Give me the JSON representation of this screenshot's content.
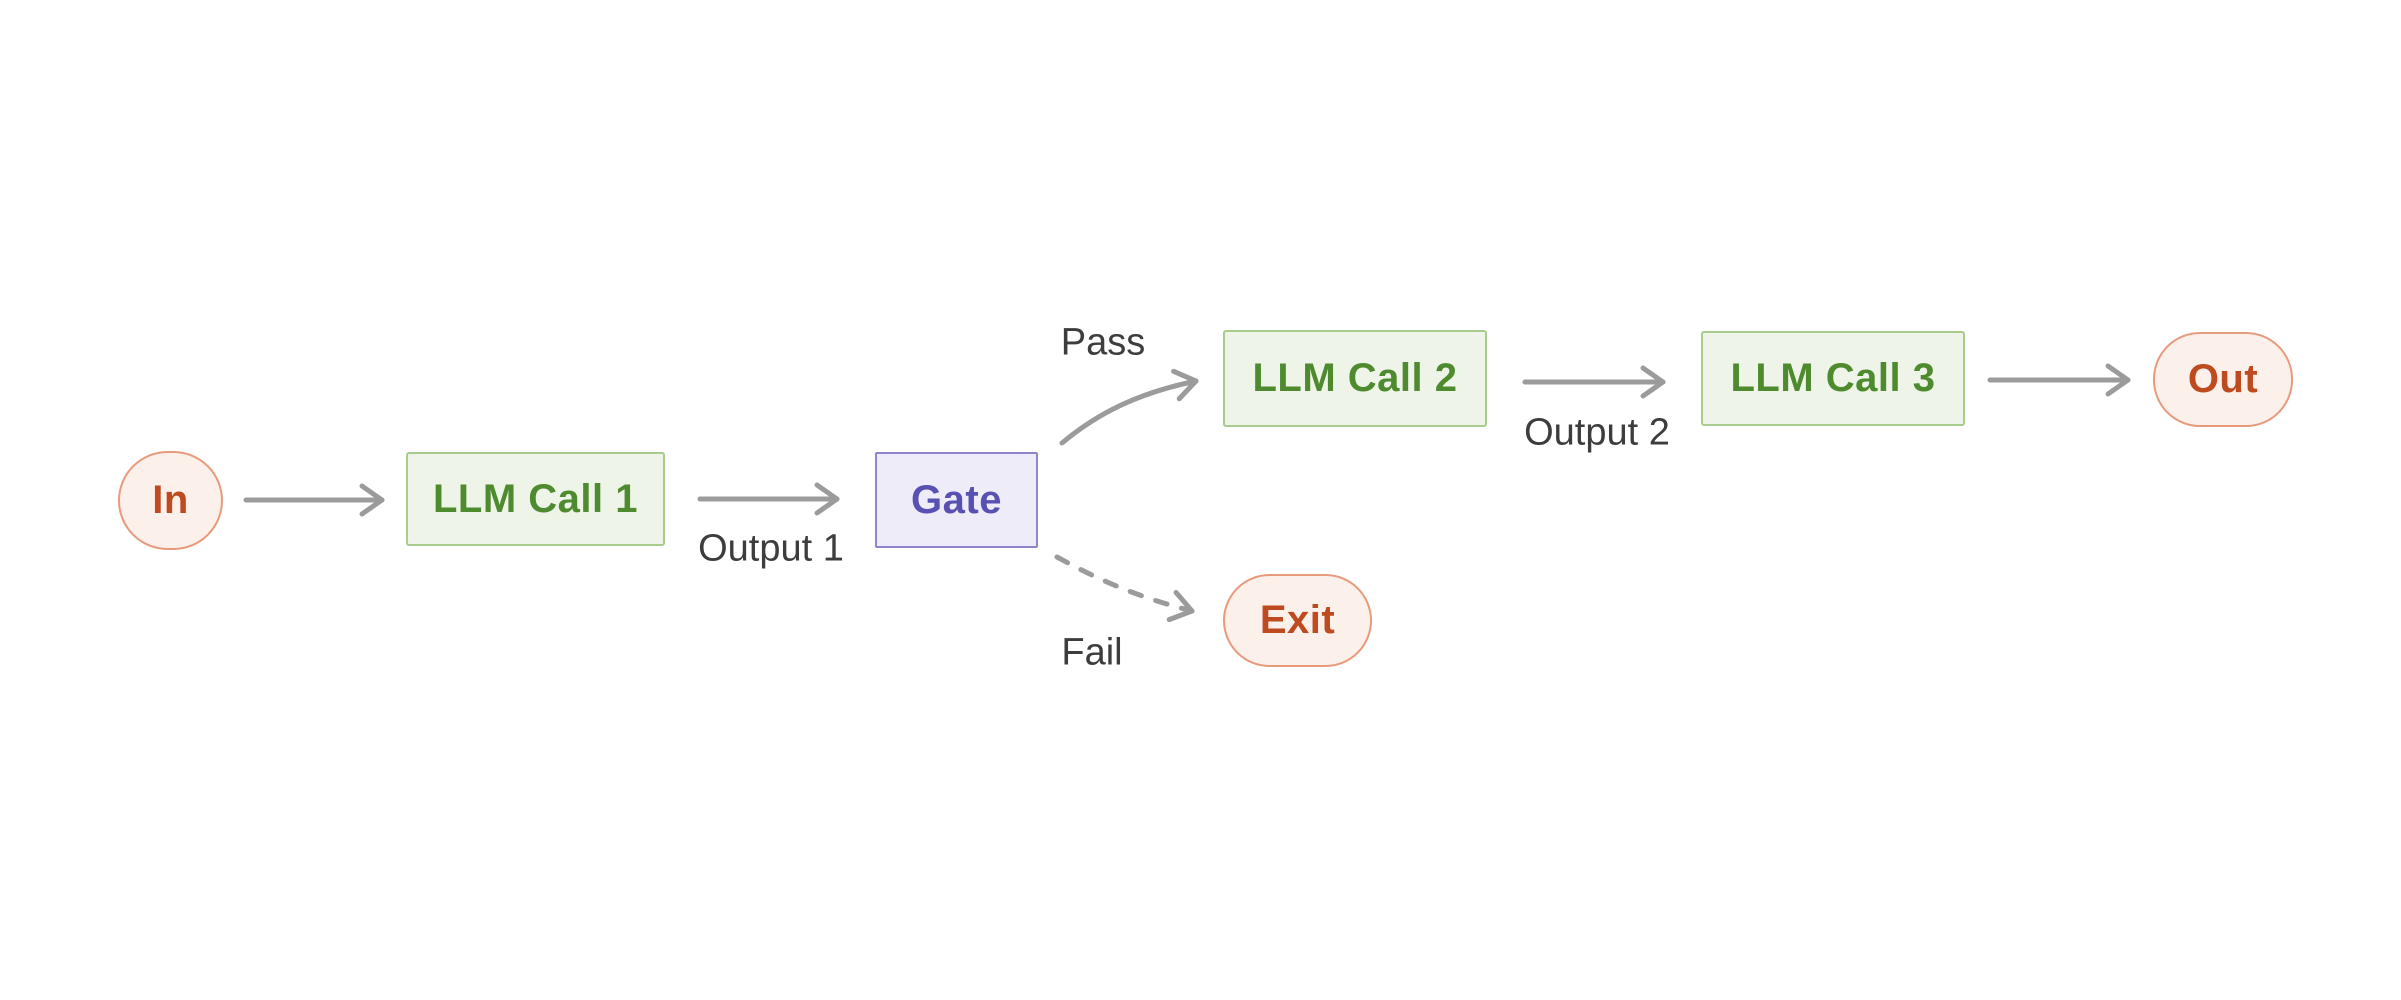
{
  "diagram": {
    "type": "flowchart",
    "description": "Prompt chaining workflow with gate check",
    "nodes": [
      {
        "id": "in",
        "label": "In",
        "shape": "rounded",
        "role": "input-terminal"
      },
      {
        "id": "llm1",
        "label": "LLM Call 1",
        "shape": "rect",
        "role": "process"
      },
      {
        "id": "gate",
        "label": "Gate",
        "shape": "rect",
        "role": "gate"
      },
      {
        "id": "llm2",
        "label": "LLM Call 2",
        "shape": "rect",
        "role": "process"
      },
      {
        "id": "llm3",
        "label": "LLM Call 3",
        "shape": "rect",
        "role": "process"
      },
      {
        "id": "out",
        "label": "Out",
        "shape": "pill",
        "role": "output-terminal"
      },
      {
        "id": "exit",
        "label": "Exit",
        "shape": "pill",
        "role": "exit-terminal"
      }
    ],
    "edges": [
      {
        "from": "in",
        "to": "llm1",
        "label": "",
        "style": "solid"
      },
      {
        "from": "llm1",
        "to": "gate",
        "label": "Output 1",
        "style": "solid"
      },
      {
        "from": "gate",
        "to": "llm2",
        "label": "Pass",
        "style": "solid-curved"
      },
      {
        "from": "llm2",
        "to": "llm3",
        "label": "Output 2",
        "style": "solid"
      },
      {
        "from": "llm3",
        "to": "out",
        "label": "",
        "style": "solid"
      },
      {
        "from": "gate",
        "to": "exit",
        "label": "Fail",
        "style": "dashed-curved"
      }
    ]
  },
  "colors": {
    "background": "#FFFFFF",
    "terminal_fill": "#FCF0EB",
    "terminal_border": "#E79A7C",
    "terminal_text": "#BE4A1F",
    "process_fill": "#EEF4E8",
    "process_border": "#A7CC8D",
    "process_text": "#4E8A2E",
    "gate_fill": "#EDECF8",
    "gate_border": "#8D86CB",
    "gate_text": "#5850B2",
    "arrow": "#9B9B9B",
    "edge_label_text": "#3D3D3D"
  }
}
